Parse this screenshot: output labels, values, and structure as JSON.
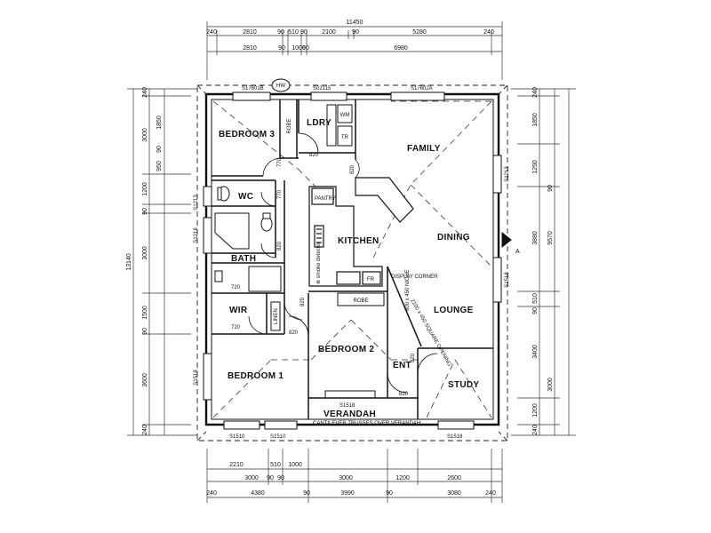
{
  "dims": {
    "overall_width": "11450",
    "overall_depth": "13140",
    "top1": [
      "240",
      "2810",
      "90",
      "510",
      "90",
      "2100",
      "90",
      "5280",
      "240"
    ],
    "top2": [
      "2810",
      "90",
      "1000",
      "90",
      "6980"
    ],
    "bottom1": [
      "2210",
      "510",
      "1000",
      "3000",
      "1200",
      "2600"
    ],
    "bottom2": [
      "3000",
      "90",
      "90",
      "3000"
    ],
    "bottom3": [
      "240",
      "4380",
      "90",
      "3990",
      "90",
      "3080",
      "240"
    ],
    "left_side": [
      "240",
      "3000",
      "1850",
      "90",
      "950",
      "90",
      "1200",
      "3000",
      "1500",
      "90",
      "3600",
      "240"
    ],
    "right_side": [
      "240",
      "1850",
      "1250",
      "90",
      "3880",
      "9570",
      "510",
      "90",
      "3400",
      "3000",
      "1200",
      "240"
    ]
  },
  "rooms": {
    "bedroom3": "BEDROOM 3",
    "ldry": "LDRY",
    "family": "FAMILY",
    "wc": "WC",
    "kitchen": "KITCHEN",
    "dining": "DINING",
    "bath": "BATH",
    "wir": "WIR",
    "lounge": "LOUNGE",
    "bedroom2": "BEDROOM 2",
    "bedroom1": "BEDROOM 1",
    "ent": "ENT",
    "study": "STUDY",
    "verandah": "VERANDAH"
  },
  "labels": {
    "robe_b3": "ROBE",
    "robe_b2": "ROBE",
    "pantry": "PANTRY",
    "smoke_detector": "⊗ smoke detector",
    "display_corner": "DISPLAY CORNER",
    "verandah_note": "CANTILEVER TRUSSES OVER VERANDAH",
    "hw": "HW",
    "wm": "WM",
    "tr": "TR",
    "linen": "LINEN",
    "fr": "FR",
    "door_820": "820",
    "door_770": "770",
    "door_720": "720",
    "window_s1": "S17601B",
    "window_s2": "S02115",
    "window_s3": "S17602A",
    "window_s1518": "S1518",
    "window_s1510": "S1510",
    "window_s1213": "S1213",
    "window_s1218": "S1218",
    "arrow_a": "A",
    "square_opening": "2100 x 450 SQUARE OPENING",
    "niche": "600 x 450 NICHE"
  }
}
